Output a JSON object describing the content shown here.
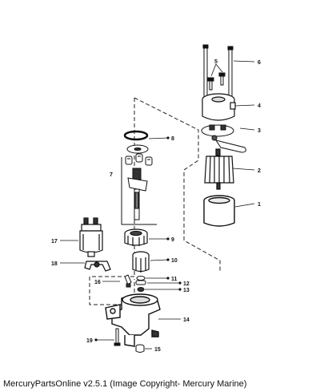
{
  "caption": "MercuryPartsOnline v2.5.1 (Image Copyright- Mercury Marine)",
  "callouts": {
    "c1": "1",
    "c2": "2",
    "c3": "3",
    "c4": "4",
    "c5": "5",
    "c6": "6",
    "c7": "7",
    "c8": "8",
    "c9": "9",
    "c10": "10",
    "c11": "11",
    "c12": "12",
    "c13": "13",
    "c14": "14",
    "c15": "15",
    "c16": "16",
    "c17": "17",
    "c18": "18",
    "c19": "19"
  }
}
